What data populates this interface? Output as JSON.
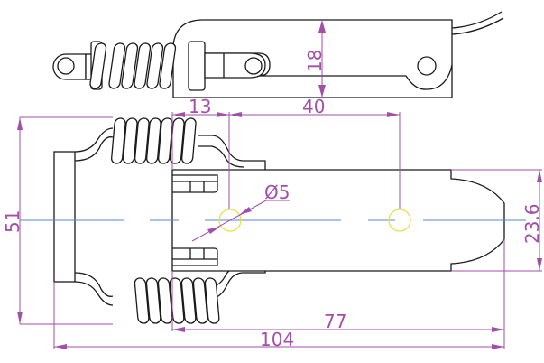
{
  "drawing": {
    "dimensions": {
      "d13": "13",
      "d40": "40",
      "d18": "18",
      "d51": "51",
      "dia5": "Ø5",
      "d23_6": "23.6",
      "d77": "77",
      "d104": "104"
    },
    "colors": {
      "outline": "#1a1a1a",
      "dimension": "#a24fa8",
      "centerline": "#5a86d6",
      "hole": "#e8e04a"
    }
  }
}
